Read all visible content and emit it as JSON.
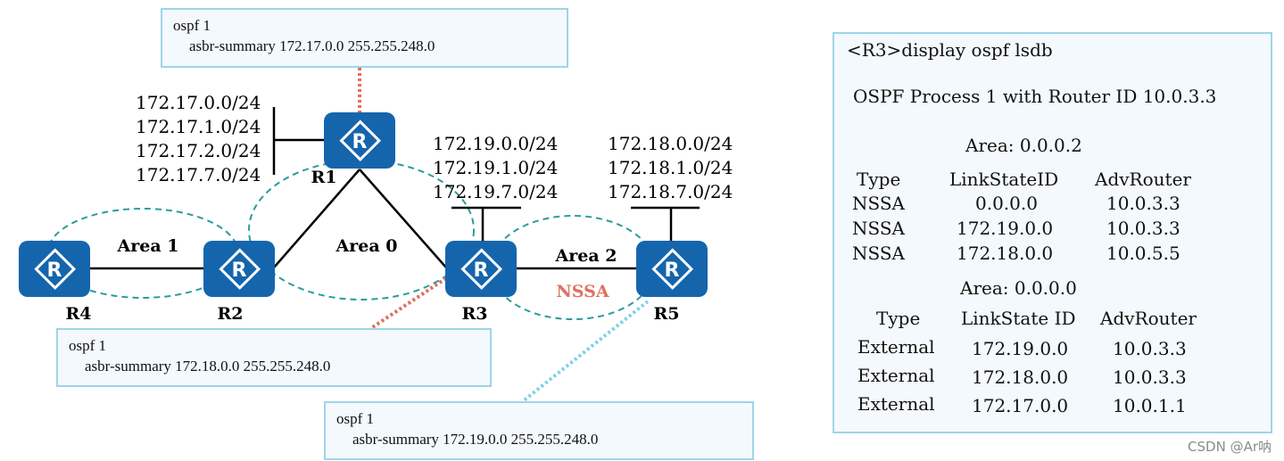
{
  "routers": {
    "r1": {
      "icon": "router-icon",
      "label": "R1"
    },
    "r2": {
      "icon": "router-icon",
      "label": "R2"
    },
    "r3": {
      "icon": "router-icon",
      "label": "R3"
    },
    "r4": {
      "icon": "router-icon",
      "label": "R4"
    },
    "r5": {
      "icon": "router-icon",
      "label": "R5"
    }
  },
  "areas": {
    "area0": "Area 0",
    "area1": "Area 1",
    "area2": "Area 2",
    "area2_type": "NSSA"
  },
  "routes": {
    "r1": [
      "172.17.0.0/24",
      "172.17.1.0/24",
      "172.17.2.0/24",
      "172.17.7.0/24"
    ],
    "r3": [
      "172.19.0.0/24",
      "172.19.1.0/24",
      "172.19.7.0/24"
    ],
    "r5": [
      "172.18.0.0/24",
      "172.18.1.0/24",
      "172.18.7.0/24"
    ]
  },
  "config_boxes": {
    "r1": {
      "line1": "ospf 1",
      "line2": "asbr-summary 172.17.0.0 255.255.248.0"
    },
    "r3": {
      "line1": "ospf 1",
      "line2": "asbr-summary 172.18.0.0 255.255.248.0"
    },
    "r5": {
      "line1": "ospf 1",
      "line2": "asbr-summary 172.19.0.0 255.255.248.0"
    }
  },
  "lsdb": {
    "command": "<R3>display ospf lsdb",
    "process": "OSPF Process 1 with Router ID 10.0.3.3",
    "nssa_area": {
      "title": "Area: 0.0.0.2",
      "headers": [
        "Type",
        "LinkStateID",
        "AdvRouter"
      ],
      "rows": [
        [
          "NSSA",
          "0.0.0.0",
          "10.0.3.3"
        ],
        [
          "NSSA",
          "172.19.0.0",
          "10.0.3.3"
        ],
        [
          "NSSA",
          "172.18.0.0",
          "10.0.5.5"
        ]
      ]
    },
    "backbone_area": {
      "title": "Area: 0.0.0.0",
      "headers": [
        "Type",
        "LinkState ID",
        "AdvRouter"
      ],
      "rows": [
        [
          "External",
          "172.19.0.0",
          "10.0.3.3"
        ],
        [
          "External",
          "172.18.0.0",
          "10.0.3.3"
        ],
        [
          "External",
          "172.17.0.0",
          "10.0.1.1"
        ]
      ]
    }
  },
  "watermark": "CSDN @Ar呐",
  "colors": {
    "router": "#1565ad",
    "area_outline": "#2a9d9a",
    "nssa_text": "#e0705f",
    "leader_red": "#e0705f",
    "leader_blue": "#7fd3e6",
    "box_border": "#9fd4e8",
    "box_fill": "#f3f9fc"
  }
}
